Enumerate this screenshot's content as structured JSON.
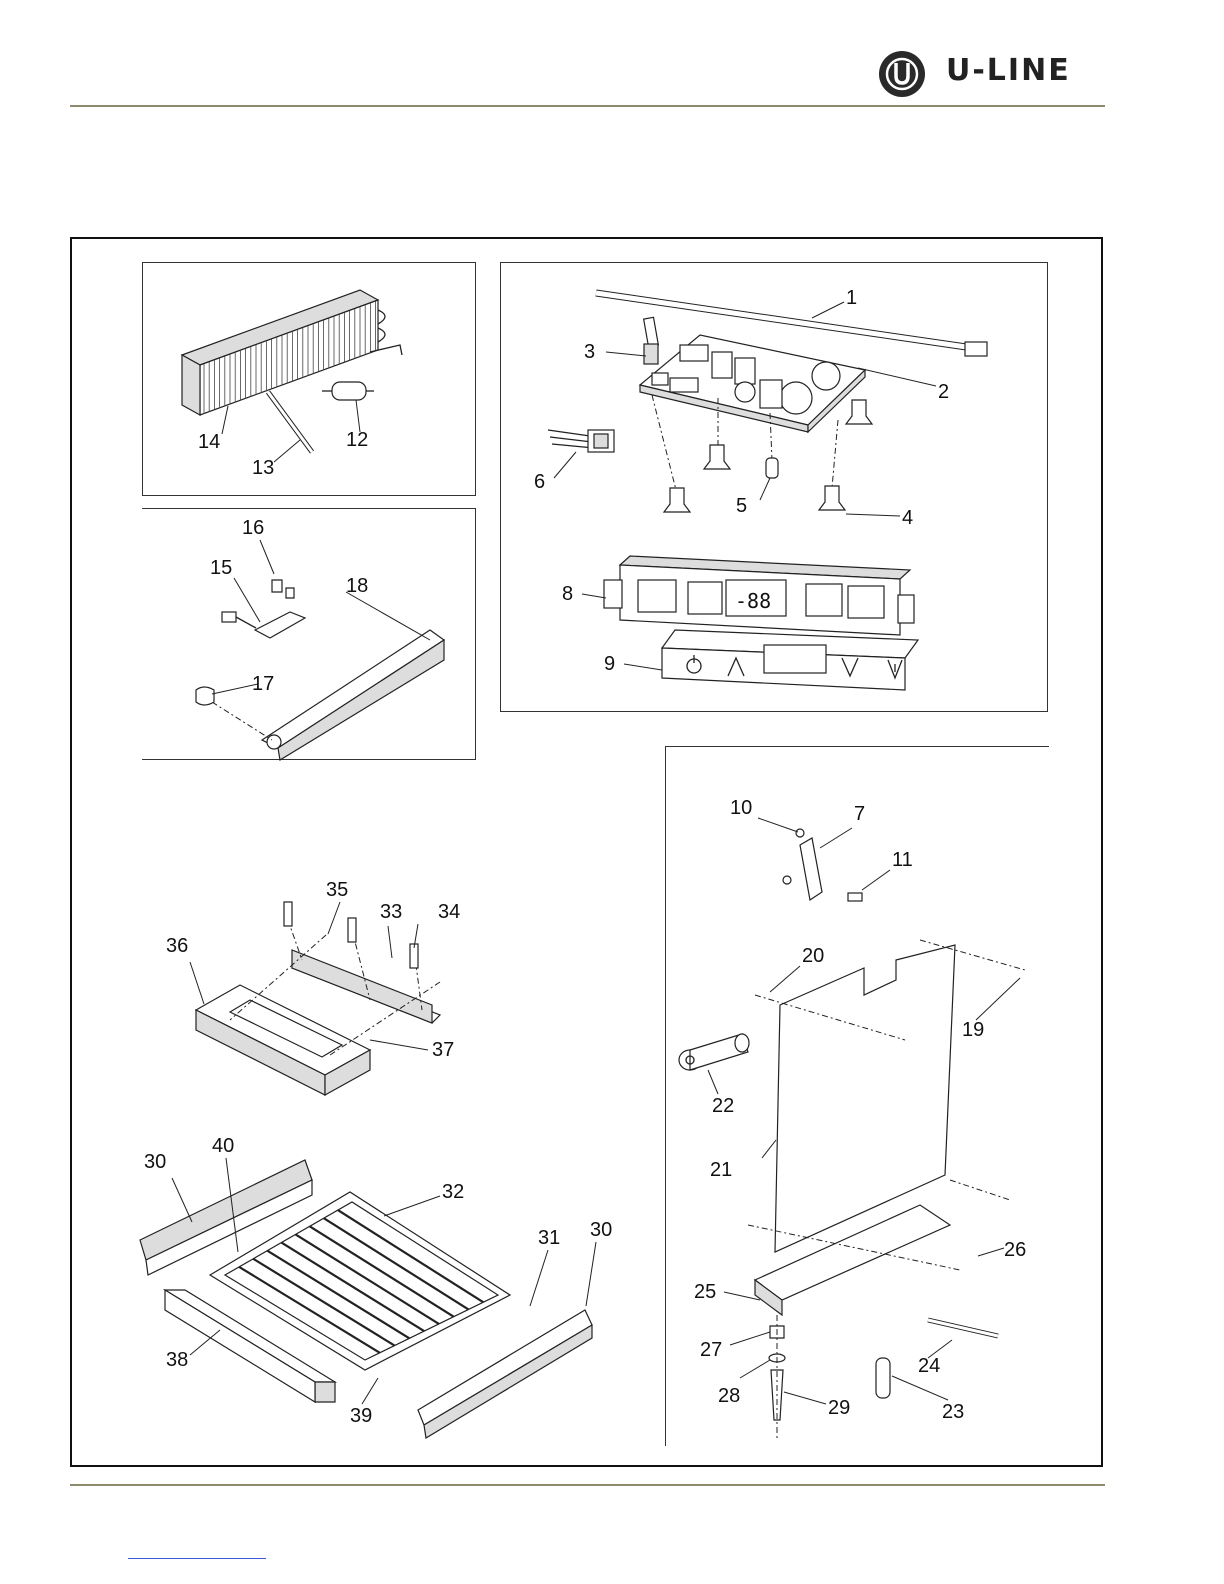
{
  "header": {
    "brand_name": "U-LINE",
    "logo_icon": "u-line-circle-logo",
    "brand_color": "#222222",
    "rule_color": "#8d8a6e"
  },
  "diagram": {
    "callouts": [
      "1",
      "2",
      "3",
      "4",
      "5",
      "6",
      "7",
      "8",
      "9",
      "10",
      "11",
      "12",
      "13",
      "14",
      "15",
      "16",
      "17",
      "18",
      "19",
      "20",
      "21",
      "22",
      "23",
      "24",
      "25",
      "26",
      "27",
      "28",
      "29",
      "30",
      "30",
      "31",
      "32",
      "33",
      "34",
      "35",
      "36",
      "37",
      "38",
      "39",
      "40"
    ],
    "display_readout": "-88"
  }
}
